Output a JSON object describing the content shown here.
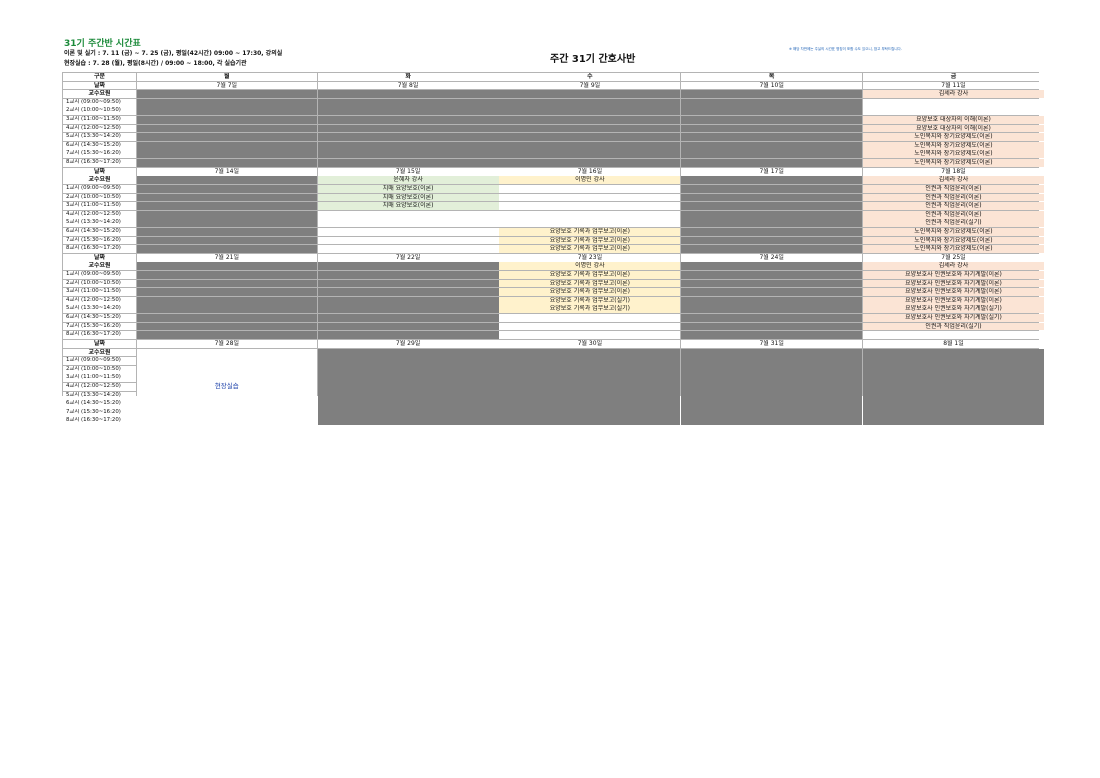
{
  "header": {
    "title": "31기 주간반 시간표",
    "line1": "이론 및 실기 : 7. 11 (금) ~ 7. 25 (금), 평일(42시간) 09:00 ~ 17:30, 강의실",
    "line2": "현장실습 : 7. 28 (월), 평일(8시간) / 09:00 ~ 18:00, 각 실습기관",
    "center_title": "주간 31기 간호사반",
    "note": "※ 해당 차반에는 주실의 시간표 명칭이 포함 수도 있으니, 참고 부탁드립니다."
  },
  "table": {
    "col_header": "구분",
    "date_label": "날짜",
    "instructor_label": "교수요원",
    "days": [
      "월",
      "화",
      "수",
      "목",
      "금"
    ],
    "periods": [
      "1교시 (09:00~09:50)",
      "2교시 (10:00~10:50)",
      "3교시 (11:00~11:50)",
      "4교시 (12:00~12:50)",
      "5교시 (13:30~14:20)",
      "6교시 (14:30~15:20)",
      "7교시 (15:30~16:20)",
      "8교시 (16:30~17:20)"
    ],
    "practice_label": "현장실습",
    "colors": {
      "gray": "#7f7f7f",
      "green": "#e2efd9",
      "yellow": "#fff2cc",
      "pink": "#fbe4d5"
    },
    "weeks": [
      {
        "dates": [
          "7월 7일",
          "7월 8일",
          "7월 9일",
          "7월 10일",
          "7월 11일"
        ],
        "instructors": [
          "",
          "",
          "",
          "",
          "김세라 강사"
        ],
        "cells": [
          [
            "",
            "",
            "",
            "",
            ""
          ],
          [
            "",
            "",
            "",
            "",
            ""
          ],
          [
            "",
            "",
            "",
            "",
            "요양보호 대상자의 이해(이론)"
          ],
          [
            "",
            "",
            "",
            "",
            "요양보호 대상자의 이해(이론)"
          ],
          [
            "",
            "",
            "",
            "",
            "노인복지와 장기요양제도(이론)"
          ],
          [
            "",
            "",
            "",
            "",
            "노인복지와 장기요양제도(이론)"
          ],
          [
            "",
            "",
            "",
            "",
            "노인복지와 장기요양제도(이론)"
          ],
          [
            "",
            "",
            "",
            "",
            "노인복지와 장기요양제도(이론)"
          ]
        ]
      },
      {
        "dates": [
          "7월 14일",
          "7월 15일",
          "7월 16일",
          "7월 17일",
          "7월 18일"
        ],
        "instructors": [
          "",
          "윤혜자 강사",
          "이명민 강사",
          "",
          "김세라 강사"
        ],
        "cells": [
          [
            "",
            "치매 요양보호(이론)",
            "",
            "",
            "인권과 직업윤리(이론)"
          ],
          [
            "",
            "치매 요양보호(이론)",
            "",
            "",
            "인권과 직업윤리(이론)"
          ],
          [
            "",
            "치매 요양보호(이론)",
            "",
            "",
            "인권과 직업윤리(이론)"
          ],
          [
            "",
            "",
            "",
            "",
            "인권과 직업윤리(이론)"
          ],
          [
            "",
            "",
            "",
            "",
            "인권과 직업윤리(실기)"
          ],
          [
            "",
            "",
            "요양보호 기록과 업무보고(이론)",
            "",
            "노인복지와 장기요양제도(이론)"
          ],
          [
            "",
            "",
            "요양보호 기록과 업무보고(이론)",
            "",
            "노인복지와 장기요양제도(이론)"
          ],
          [
            "",
            "",
            "요양보호 기록과 업무보고(이론)",
            "",
            "노인복지와 장기요양제도(이론)"
          ]
        ]
      },
      {
        "dates": [
          "7월 21일",
          "7월 22일",
          "7월 23일",
          "7월 24일",
          "7월 25일"
        ],
        "instructors": [
          "",
          "",
          "이명민 강사",
          "",
          "김세라 강사"
        ],
        "cells": [
          [
            "",
            "",
            "요양보호 기록과 업무보고(이론)",
            "",
            "요양보호사 인권보호와 자기계발(이론)"
          ],
          [
            "",
            "",
            "요양보호 기록과 업무보고(이론)",
            "",
            "요양보호사 인권보호와 자기계발(이론)"
          ],
          [
            "",
            "",
            "요양보호 기록과 업무보고(이론)",
            "",
            "요양보호사 인권보호와 자기계발(이론)"
          ],
          [
            "",
            "",
            "요양보호 기록과 업무보고(실기)",
            "",
            "요양보호사 인권보호와 자기계발(이론)"
          ],
          [
            "",
            "",
            "요양보호 기록과 업무보고(실기)",
            "",
            "요양보호사 인권보호와 자기계발(실기)"
          ],
          [
            "",
            "",
            "",
            "",
            "요양보호사 인권보호와 자기계발(실기)"
          ],
          [
            "",
            "",
            "",
            "",
            "인권과 직업윤리(실기)"
          ],
          [
            "",
            "",
            "",
            "",
            ""
          ]
        ]
      },
      {
        "dates": [
          "7월 28일",
          "7월 29일",
          "7월 30일",
          "7월 31일",
          "8월 1일"
        ],
        "instructors": [
          "",
          "",
          "",
          "",
          ""
        ],
        "cells": [
          [
            "",
            "",
            "",
            "",
            ""
          ],
          [
            "",
            "",
            "",
            "",
            ""
          ],
          [
            "",
            "",
            "",
            "",
            ""
          ],
          [
            "",
            "",
            "",
            "",
            ""
          ],
          [
            "",
            "",
            "",
            "",
            ""
          ],
          [
            "",
            "",
            "",
            "",
            ""
          ],
          [
            "",
            "",
            "",
            "",
            ""
          ],
          [
            "",
            "",
            "",
            "",
            ""
          ]
        ]
      }
    ]
  }
}
